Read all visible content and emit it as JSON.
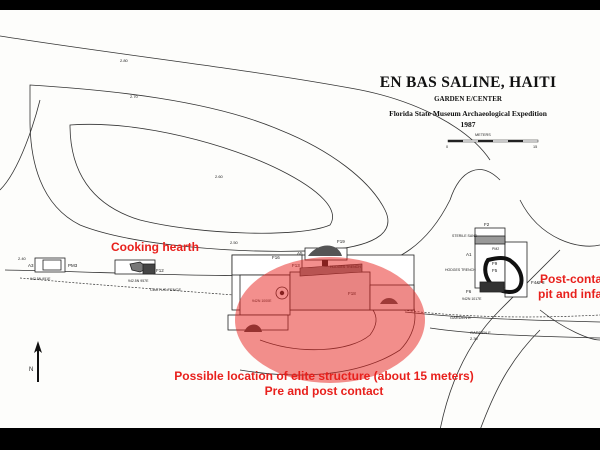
{
  "title": {
    "main": "EN BAS SALINE, HAITI",
    "sub": "GARDEN E/CENTER",
    "expedition": "Florida State Museum Archaeological Expedition",
    "year": "1987"
  },
  "scale": {
    "unit": "METERS",
    "start": "0",
    "end": "15"
  },
  "north": "N",
  "contours": [
    "2.80",
    "2.70",
    "2.60",
    "2.50",
    "2.40",
    "2.30"
  ],
  "map_labels": {
    "cactus_fence": "CACTUS FENCE",
    "garden_e": "GARDEN E",
    "garden_f": "GARDEN F",
    "hodges_trench": "HODGES TRENCH",
    "sterile_sand": "STERILE SAND"
  },
  "features": [
    "A3",
    "PM3",
    "F12",
    "F16",
    "F13",
    "A5",
    "F19",
    "F18",
    "F2",
    "A1",
    "F5",
    "F4&F8",
    "F9",
    "F6",
    "PM2"
  ],
  "grid_refs": [
    "942.5N 951E",
    "942.5N 957E",
    "942N 1000E",
    "942N 1017E"
  ],
  "annotations": {
    "hearth": "Cooking hearth",
    "post_contact": "Post-conta",
    "pit_infant": "pit and infant",
    "elite_line1": "Possible location of elite structure (about 15 meters)",
    "elite_line2": "Pre and post contact"
  },
  "colors": {
    "annotation": "#e8201c",
    "highlight": "#e8201c",
    "ink": "#1a1a1a"
  }
}
